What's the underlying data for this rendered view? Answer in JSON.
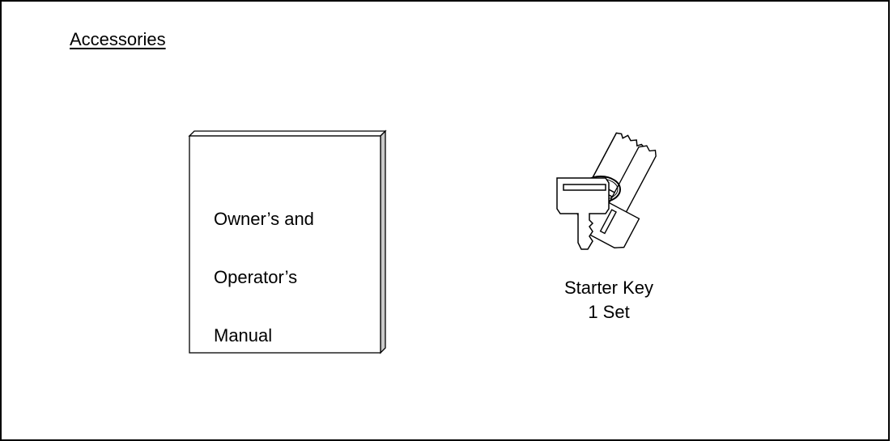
{
  "section": {
    "title": "Accessories"
  },
  "items": [
    {
      "icon": "manual-book-icon",
      "label_lines": [
        "Owner’s and",
        "Operator’s",
        "Manual"
      ]
    },
    {
      "icon": "key-set-icon",
      "caption_line1": "Starter Key",
      "caption_line2": "1 Set"
    }
  ]
}
